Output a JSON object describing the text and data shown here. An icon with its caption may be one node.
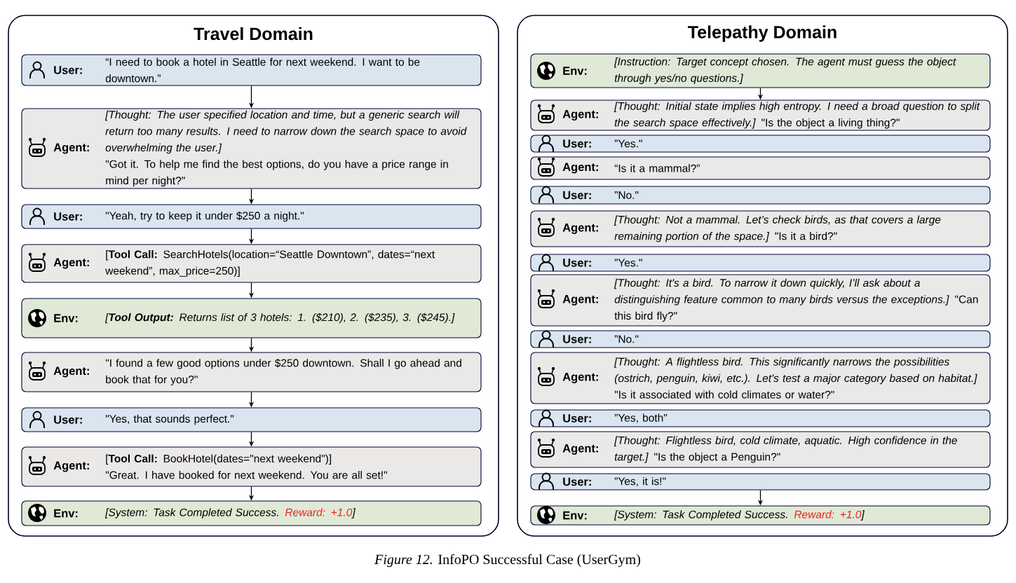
{
  "diagram": {
    "caption": "*Figure 12.* InfoPO Successful Case (UserGym)",
    "nodes": [
      {
        "text": [
          "Travel Domain"
        ]
      },
      {
        "text": [
          "User:",
          "“I need to book a hotel in Seattle for next weekend. I want to be downtown.”"
        ],
        "in": 0
      },
      {
        "text": [
          "Agent:",
          "*[Thought: The user specified location and time, but a generic search will return too many results. I need to narrow down the search space to avoid overwhelming the user.]*",
          "\"Got it. To help me find the best options, do you have a price range in mind per night?\""
        ],
        "in": 0
      },
      {
        "text": [
          "User:",
          "\"Yeah, try to keep it under $250 a night.\""
        ],
        "in": 0
      },
      {
        "text": [
          "Agent:",
          "[**Tool Call:** SearchHotels(location=“Seattle Downtown”, dates=“next weekend”, max_price=250)]"
        ],
        "in": 0
      },
      {
        "text": [
          "Env:",
          "[**Tool Output:** Returns list of 3 hotels: 1. ($210), 2. ($235), 3. ($245).]"
        ],
        "in": 0
      },
      {
        "text": [
          "Agent:",
          "\"I found a few good options under $250 downtown. Shall I go ahead and book that for you?\""
        ],
        "in": 0
      },
      {
        "text": [
          "User:",
          "\"Yes, that sounds perfect.\""
        ],
        "in": 0
      },
      {
        "text": [
          "Agent:",
          "[**Tool Call:** BookHotel(dates=\"next weekend\")]",
          "\"Great. I have booked for next weekend. You are all set!\""
        ],
        "in": 0
      },
      {
        "text": [
          "Env:",
          "[System: Task Completed Success.",
          "Reward: +1.0",
          "]"
        ],
        "in": 0
      },
      {
        "text": [
          "Telepathy Domain"
        ]
      },
      {
        "text": [
          "Env:",
          "[Instruction: Target concept chosen. The agent must guess the object through yes/no questions.]"
        ],
        "in": 10
      },
      {
        "text": [
          "Agent:",
          "*[Thought: Initial state implies high entropy. I need a broad question to split the search space effectively.]*  \"Is the object a living thing?\""
        ],
        "in": 10
      },
      {
        "text": [
          "User:",
          "”Yes.\""
        ],
        "in": 10
      },
      {
        "text": [
          "Agent:",
          "“Is it a mammal?”"
        ],
        "in": 10
      },
      {
        "text": [
          "User:",
          "”No.\""
        ],
        "in": 10
      },
      {
        "text": [
          "Agent:",
          "*[Thought: Not a mammal. Let’s check birds, as that covers a large remaining portion of the space.]*  \"Is it a bird?\""
        ],
        "in": 10
      },
      {
        "text": [
          "User:",
          "”Yes.\""
        ],
        "in": 10
      },
      {
        "text": [
          "Agent:",
          "*[Thought: It's a bird. To narrow it down quickly, I’ll ask about a distinguishing feature common to many birds versus the exceptions.]* \"Can this bird fly?\""
        ],
        "in": 10
      },
      {
        "text": [
          "User:",
          "”No.\""
        ],
        "in": 10
      },
      {
        "text": [
          "Agent:",
          "*[Thought: A flightless bird. This significantly narrows the possibilities (ostrich, penguin, kiwi, etc.). Let's test a major category based on habitat.]* \"Is it associated with cold climates or water?\""
        ],
        "in": 10
      },
      {
        "text": [
          "User:",
          "”Yes, both\""
        ],
        "in": 10
      },
      {
        "text": [
          "Agent:",
          "*[Thought: Flightless bird, cold climate, aquatic. High confidence in the target.]* \"Is the object a Penguin?\""
        ],
        "in": 10
      },
      {
        "text": [
          "User:",
          "”Yes, it is!\""
        ],
        "in": 10
      },
      {
        "text": [
          "Env:",
          "[System: Task Completed Success.",
          "Reward: +1.0",
          "]"
        ],
        "in": 10
      }
    ],
    "edges": [
      {
        "from": 1,
        "to": 2,
        "arrow": "to"
      },
      {
        "from": 2,
        "to": 3,
        "arrow": "to"
      },
      {
        "from": 3,
        "to": 4,
        "arrow": "to"
      },
      {
        "from": 4,
        "to": 5,
        "arrow": "to"
      },
      {
        "from": 5,
        "to": 6,
        "arrow": "to"
      },
      {
        "from": 6,
        "to": 7,
        "arrow": "to"
      },
      {
        "from": 7,
        "to": 8,
        "arrow": "to"
      },
      {
        "from": 8,
        "to": 9,
        "arrow": "to"
      },
      {
        "from": 11,
        "to": 12,
        "arrow": "to"
      },
      {
        "from": 23,
        "to": 24,
        "arrow": "to"
      }
    ]
  }
}
